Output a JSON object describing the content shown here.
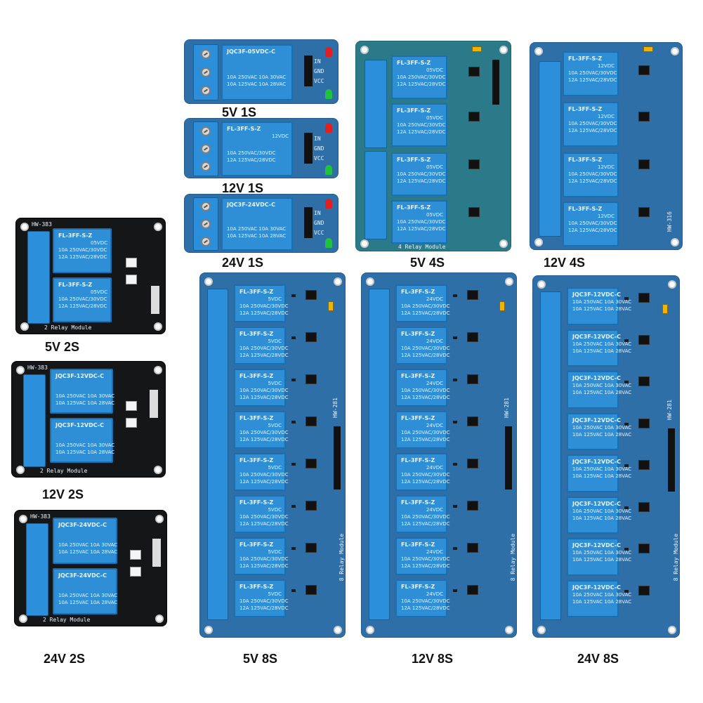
{
  "captions": {
    "c5v1s": "5V 1S",
    "c12v1s": "12V 1S",
    "c24v1s": "24V 1S",
    "c5v4s": "5V 4S",
    "c12v4s": "12V 4S",
    "c5v2s": "5V 2S",
    "c12v2s": "12V 2S",
    "c24v2s": "24V 2S",
    "c5v8s": "5V 8S",
    "c12v8s": "12V 8S",
    "c24v8s": "24V 8S"
  },
  "board_labels": {
    "hw383": "HW-383",
    "hw316": "HW-316",
    "hw281": "HW-281",
    "two_relay": "2 Relay Module",
    "four_relay": "4 Relay Module",
    "eight_relay": "8 Relay Module",
    "in": "IN",
    "gnd": "GND",
    "vcc": "VCC"
  },
  "relays": {
    "jqc_5v": {
      "model": "JQC3F-05VDC-C",
      "l1": "10A 250VAC 10A 30VAC",
      "l2": "10A 125VAC 10A 28VAC"
    },
    "fl_12v": {
      "model": "FL-3FF-S-Z",
      "rating": "12VDC",
      "l1": "10A 250VAC/30VDC",
      "l2": "12A 125VAC/28VDC"
    },
    "jqc_24v": {
      "model": "JQC3F-24VDC-C",
      "l1": "10A 250VAC 10A 30VAC",
      "l2": "10A 125VAC 10A 28VAC"
    },
    "fl_5v": {
      "model": "FL-3FF-S-Z",
      "rating": "05VDC",
      "l1": "10A 250VAC/30VDC",
      "l2": "12A 125VAC/28VDC"
    },
    "jqc_12v": {
      "model": "JQC3F-12VDC-C",
      "l1": "10A 250VAC 10A 30VAC",
      "l2": "10A 125VAC 10A 28VAC"
    },
    "fl_5vb": {
      "model": "FL-3FF-S-Z",
      "rating": "5VDC",
      "l1": "10A 250VAC/30VDC",
      "l2": "12A 125VAC/28VDC"
    },
    "fl_24v": {
      "model": "FL-3FF-S-Z",
      "rating": "24VDC",
      "l1": "10A 250VAC/30VDC",
      "l2": "12A 125VAC/28VDC"
    }
  },
  "colors": {
    "pcb_black": "#151617",
    "pcb_blue": "#2f6fa8",
    "relay_blue": "#2f8fd6",
    "jumper": "#f0b400"
  }
}
